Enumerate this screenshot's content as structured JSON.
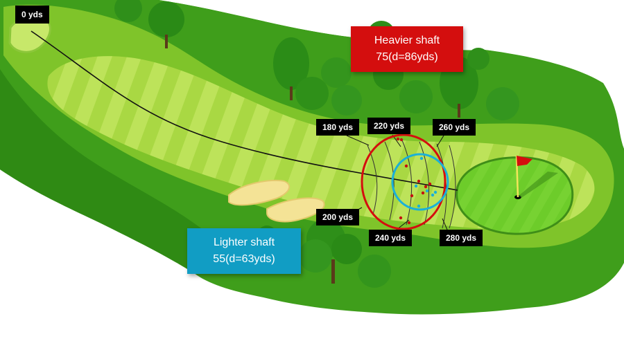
{
  "yardage_labels": {
    "y0": "0 yds",
    "y180": "180 yds",
    "y200": "200 yds",
    "y220": "220 yds",
    "y240": "240 yds",
    "y260": "260 yds",
    "y280": "280 yds"
  },
  "heavier_shaft": {
    "title": "Heavier shaft",
    "value": "75(d=86yds)",
    "color": "#d40e0e"
  },
  "lighter_shaft": {
    "title": "Lighter shaft",
    "value": "55(d=63yds)",
    "color": "#119dc4"
  },
  "colors": {
    "rough": "#3d9c1a",
    "fairway": "#a6d640",
    "green": "#6ccb29",
    "sand": "#f5e39a",
    "flag": "#d40e0e"
  }
}
